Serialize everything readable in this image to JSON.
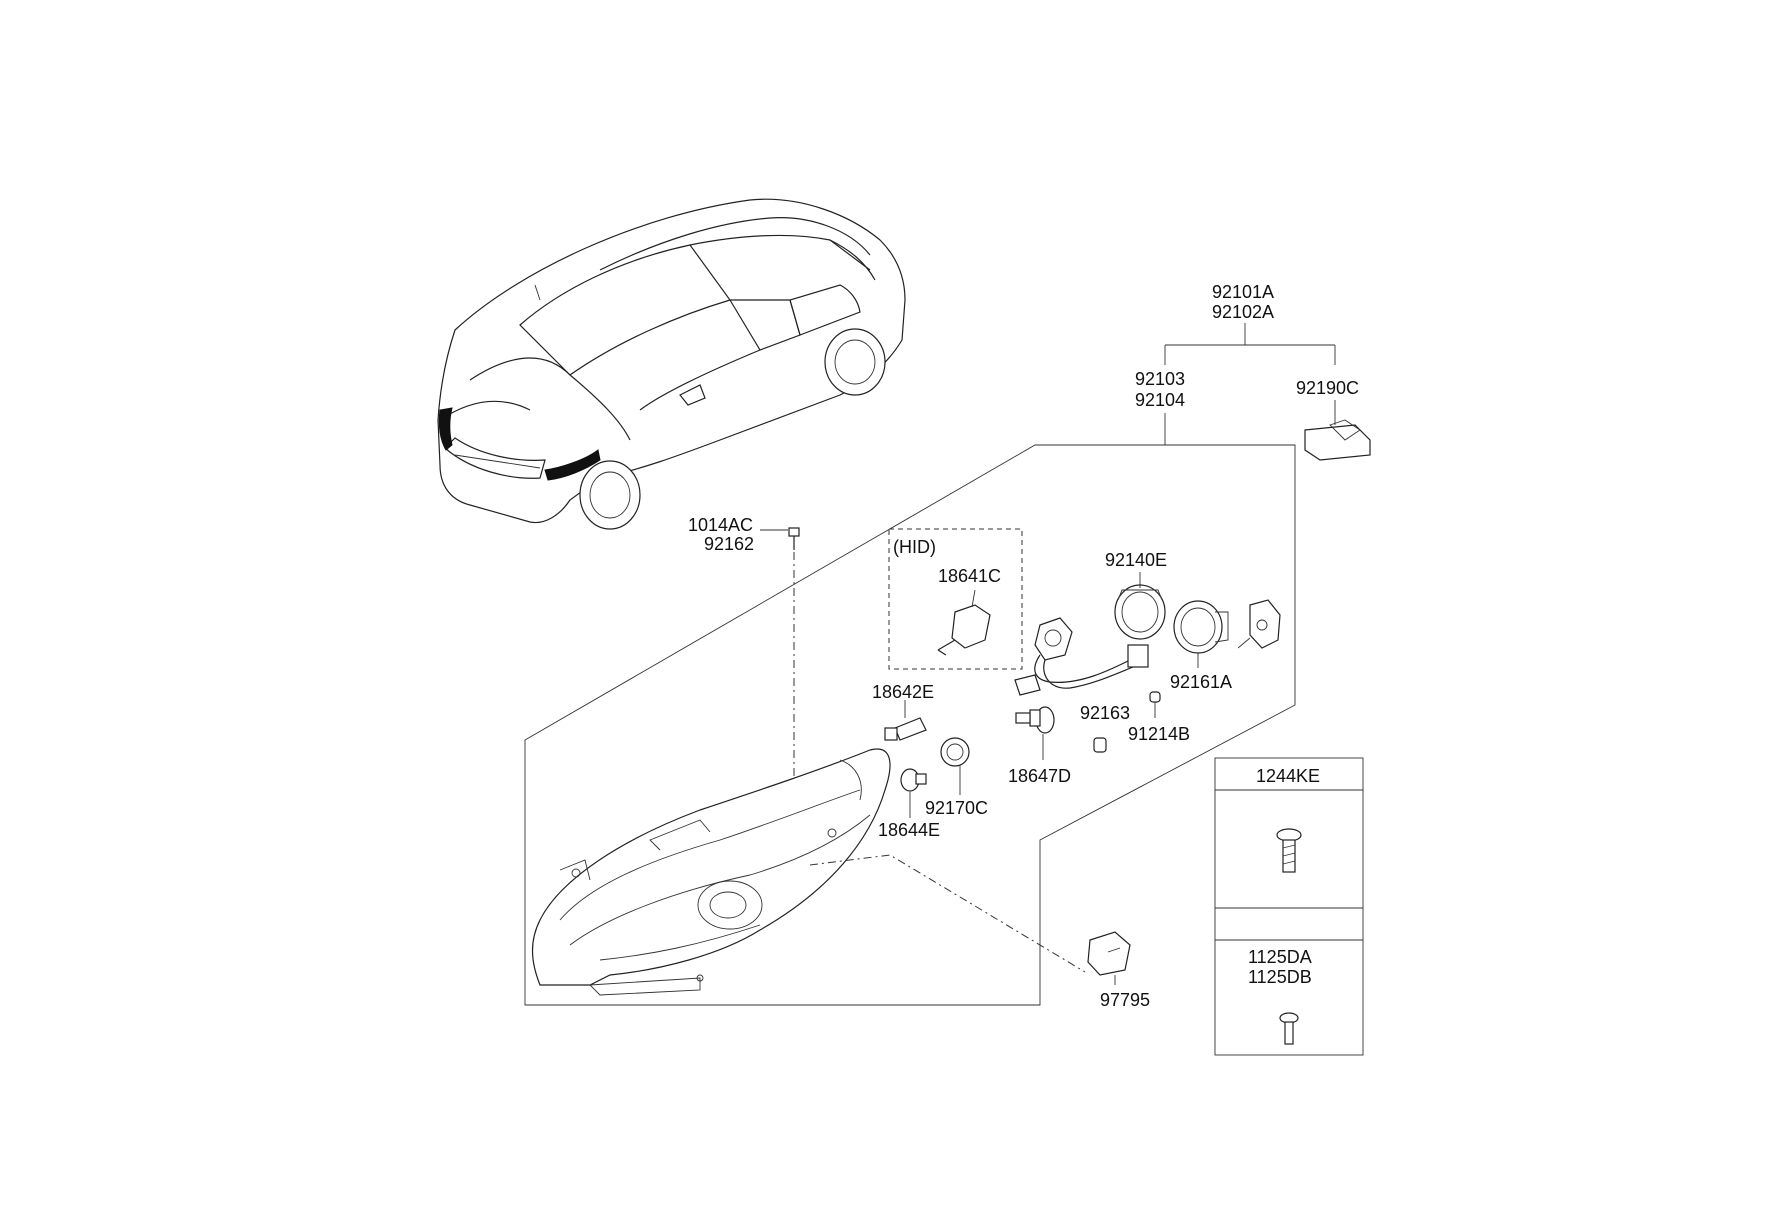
{
  "labels": {
    "l92101A": "92101A",
    "l92102A": "92102A",
    "l92103": "92103",
    "l92104": "92104",
    "l92190C": "92190C",
    "l1014AC": "1014AC",
    "l92162": "92162",
    "lHID": "(HID)",
    "l18641C": "18641C",
    "l92140E": "92140E",
    "l92161A": "92161A",
    "l18642E": "18642E",
    "l92163": "92163",
    "l91214B": "91214B",
    "l18647D": "18647D",
    "l92170C": "92170C",
    "l18644E": "18644E",
    "l97795": "97795",
    "l1244KE": "1244KE",
    "l1125DA": "1125DA",
    "l1125DB": "1125DB"
  },
  "icons": [
    "car-icon",
    "headlamp-assembly-icon",
    "hid-bulb-icon",
    "socket-harness-icon",
    "dust-cap-icon",
    "actuator-icon",
    "ballast-icon",
    "bolt-icon",
    "clip-icon",
    "screw-icon"
  ]
}
